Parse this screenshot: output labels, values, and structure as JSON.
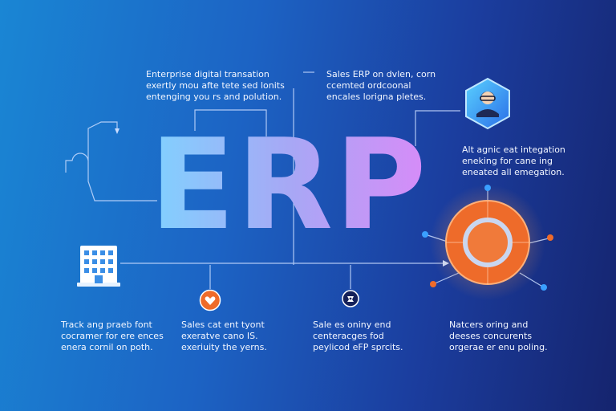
{
  "title": "ERP",
  "captions": {
    "top_left": [
      "Enterprise digital transation",
      "exertly mou afte tete sed lonits",
      "entenging you rs and polution."
    ],
    "top_middle": [
      "Sales ERP on dvlen, corn",
      "ccemted ordcoonal",
      "encales lorigna pletes."
    ],
    "middle_right": [
      "Alt agnic eat integation",
      "eneking for cane ing",
      "eneated all emegation."
    ],
    "bottom_left": [
      "Track ang praeb font",
      "cocramer for ere ences",
      "enera cornil on poth."
    ],
    "bottom_center_left": [
      "Sales cat ent tyont",
      "exeratve cano IS.",
      "exeriuity the yerns."
    ],
    "bottom_center_right": [
      "Sale es oniny end",
      "centeracges fod",
      "peylicod eFP sprcits."
    ],
    "bottom_right": [
      "Natcers oring and",
      "deeses concurents",
      "orgerae er enu poling."
    ]
  },
  "colors": {
    "background_left": "#1a86d4",
    "background_right": "#15246e",
    "title_gradient_start": "#7fd3ff",
    "title_gradient_end": "#d98af8",
    "accent_orange": "#ee6b2a",
    "node_blue": "#3aa0ff",
    "line": "#c9dcff"
  },
  "icons": [
    "person-hexagon-icon",
    "building-icon",
    "heart-badge-icon",
    "tag-badge-icon",
    "orange-ring-hub-icon"
  ]
}
